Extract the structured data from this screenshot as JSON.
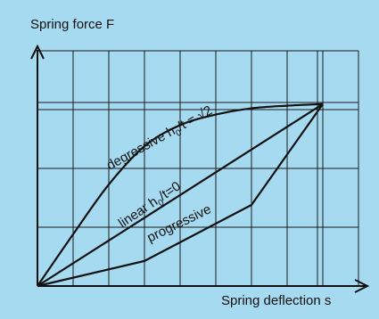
{
  "background": "#a6daf0",
  "chart_data": {
    "type": "line",
    "xlabel": "Spring deflection s",
    "ylabel": "Spring force F",
    "grid": true,
    "xlim": [
      0,
      8
    ],
    "ylim": [
      0,
      6.5
    ],
    "series": [
      {
        "name": "degressive h0/t = √2",
        "values": [
          [
            0,
            0
          ],
          [
            1,
            1.57
          ],
          [
            2,
            3.08
          ],
          [
            3,
            4.24
          ],
          [
            4,
            4.88
          ],
          [
            5,
            5.2
          ],
          [
            6,
            5.39
          ],
          [
            7,
            5.47
          ],
          [
            8,
            5.52
          ]
        ]
      },
      {
        "name": "linear h0/t=0",
        "values": [
          [
            0,
            0
          ],
          [
            8,
            5.52
          ]
        ]
      },
      {
        "name": "progressive",
        "values": [
          [
            0,
            0
          ],
          [
            3,
            0.76
          ],
          [
            6,
            2.46
          ],
          [
            8,
            5.52
          ]
        ]
      }
    ]
  },
  "labels": {
    "degressive": "degressive h",
    "degressive_sub": "0",
    "degressive_rest": "/t = ",
    "degressive_root": "2",
    "linear": "linear h",
    "linear_sub": "0",
    "linear_rest": "/t=0",
    "progressive": "progressive"
  }
}
